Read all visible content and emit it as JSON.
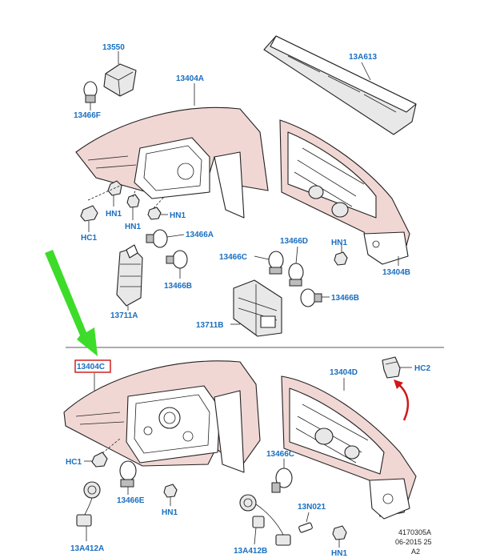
{
  "labels": {
    "p13550": "13550",
    "p13466F": "13466F",
    "p13404A": "13404A",
    "p13A613": "13A613",
    "hn1_a": "HN1",
    "hn1_b": "HN1",
    "hn1_c": "HN1",
    "hc1_a": "HC1",
    "p13466A": "13466A",
    "p13466D": "13466D",
    "p13466C_top": "13466C",
    "hn1_d": "HN1",
    "p13404B": "13404B",
    "p13466B_left": "13466B",
    "p13711A": "13711A",
    "p13466B_right": "13466B",
    "p13711B": "13711B",
    "p13404C": "13404C",
    "p13404D": "13404D",
    "hc2": "HC2",
    "hc1_b": "HC1",
    "p13466E": "13466E",
    "hn1_e": "HN1",
    "p13466C_bottom": "13466C",
    "p13N021": "13N021",
    "p13A412A": "13A412A",
    "p13A412B": "13A412B",
    "hn1_f": "HN1"
  },
  "reference": {
    "line1": "4170305A",
    "line2": "06-2015 25",
    "line3": "A2"
  },
  "colors": {
    "label_blue": "#1a6fc0",
    "highlight_box": "#d02020",
    "green_arrow": "#3ddc2a",
    "red_arrow": "#d01818",
    "lamp_shade": "#f1d7d4"
  }
}
